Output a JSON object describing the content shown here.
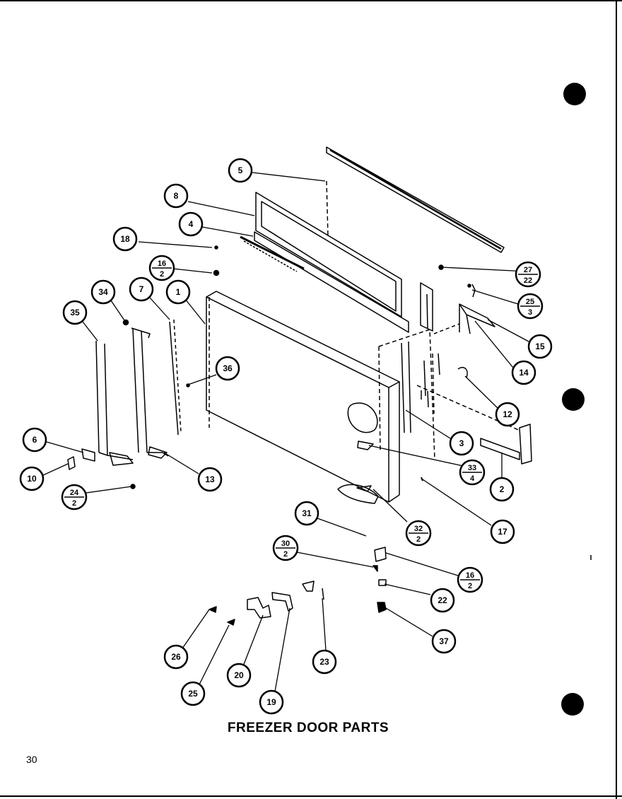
{
  "caption": "FREEZER DOOR PARTS",
  "page_number": "30",
  "callouts": {
    "c1": "1",
    "c2": "2",
    "c3": "3",
    "c4": "4",
    "c5": "5",
    "c6": "6",
    "c7": "7",
    "c8": "8",
    "c10": "10",
    "c12": "12",
    "c13": "13",
    "c14": "14",
    "c15": "15",
    "c17": "17",
    "c18": "18",
    "c19": "19",
    "c20": "20",
    "c22": "22",
    "c23": "23",
    "c25": "25",
    "c26": "26",
    "c31": "31",
    "c34": "34",
    "c35": "35",
    "c36": "36",
    "c37": "37",
    "f16a": {
      "top": "16",
      "bottom": "2"
    },
    "f27": {
      "top": "27",
      "bottom": "22"
    },
    "f25": {
      "top": "25",
      "bottom": "3"
    },
    "f33": {
      "top": "33",
      "bottom": "4"
    },
    "f24": {
      "top": "24",
      "bottom": "2"
    },
    "f32": {
      "top": "32",
      "bottom": "2"
    },
    "f30": {
      "top": "30",
      "bottom": "2"
    },
    "f16b": {
      "top": "16",
      "bottom": "2"
    }
  }
}
